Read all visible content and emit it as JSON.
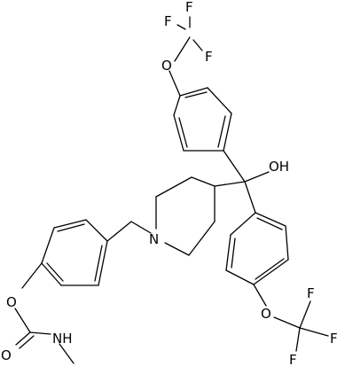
{
  "molecule": {
    "atom_labels": {
      "f_top_1": "F",
      "f_top_2": "F",
      "f_top_3": "F",
      "o_top_ether": "O",
      "oh": "OH",
      "n_piperidine": "N",
      "o_carbamate_ester": "O",
      "o_carbonyl": "O",
      "nh": "NH",
      "o_bottom_ether": "O",
      "f_bottom_1": "F",
      "f_bottom_2": "F",
      "f_bottom_3": "F"
    }
  }
}
